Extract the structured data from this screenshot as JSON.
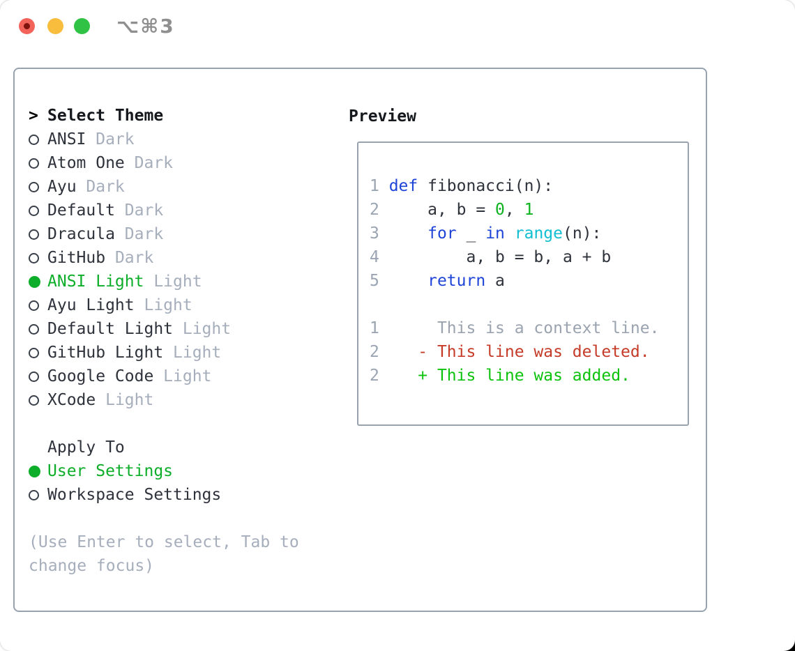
{
  "window": {
    "title": "⌥⌘3",
    "traffic_lights": [
      "close",
      "minimize",
      "zoom"
    ]
  },
  "colors": {
    "fg": "#2e323b",
    "muted": "#a6aebc",
    "header": "#15181d",
    "accent_green": "#0cad28",
    "code_blue": "#1e44d8",
    "code_cyan": "#12bed2",
    "code_green": "#0cb31f",
    "diff_added_green": "#0dc20d",
    "diff_deleted_red": "#c53b28",
    "diff_context_gray": "#9aa3af",
    "line_number_gray": "#9aa4b2",
    "panel_border": "#98a2ae",
    "title_gray": "#8f8f8f",
    "marker_outline": "#3a404a",
    "light_red": "#f2635a",
    "light_red_dot": "#7c130c",
    "light_yellow": "#f8bd3c",
    "light_green": "#2fc244"
  },
  "theme_list": {
    "header_prefix": ">",
    "header": "Select Theme",
    "items": [
      {
        "name": "ANSI",
        "variant": "Dark",
        "selected": false
      },
      {
        "name": "Atom One",
        "variant": "Dark",
        "selected": false
      },
      {
        "name": "Ayu",
        "variant": "Dark",
        "selected": false
      },
      {
        "name": "Default",
        "variant": "Dark",
        "selected": false
      },
      {
        "name": "Dracula",
        "variant": "Dark",
        "selected": false
      },
      {
        "name": "GitHub",
        "variant": "Dark",
        "selected": false
      },
      {
        "name": "ANSI Light",
        "variant": "Light",
        "selected": true
      },
      {
        "name": "Ayu Light",
        "variant": "Light",
        "selected": false
      },
      {
        "name": "Default Light",
        "variant": "Light",
        "selected": false
      },
      {
        "name": "GitHub Light",
        "variant": "Light",
        "selected": false
      },
      {
        "name": "Google Code",
        "variant": "Light",
        "selected": false
      },
      {
        "name": "XCode",
        "variant": "Light",
        "selected": false
      }
    ]
  },
  "apply_to": {
    "header": "Apply To",
    "options": [
      {
        "label": "User Settings",
        "selected": true
      },
      {
        "label": "Workspace Settings",
        "selected": false
      }
    ]
  },
  "help_text": "(Use Enter to select, Tab to change focus)",
  "preview": {
    "header": "Preview",
    "lines": [
      {
        "num": "1",
        "tokens": [
          [
            "def",
            "blue"
          ],
          [
            " fibonacci(n):",
            "fg"
          ]
        ]
      },
      {
        "num": "2",
        "tokens": [
          [
            "    a, b = ",
            "fg"
          ],
          [
            "0",
            "green"
          ],
          [
            ", ",
            "fg"
          ],
          [
            "1",
            "green"
          ]
        ]
      },
      {
        "num": "3",
        "tokens": [
          [
            "    ",
            "fg"
          ],
          [
            "for",
            "blue"
          ],
          [
            " _ ",
            "fg"
          ],
          [
            "in",
            "blue"
          ],
          [
            " ",
            "fg"
          ],
          [
            "range",
            "cyan"
          ],
          [
            "(n):",
            "fg"
          ]
        ]
      },
      {
        "num": "4",
        "tokens": [
          [
            "        a, b = b, a + b",
            "fg"
          ]
        ]
      },
      {
        "num": "5",
        "tokens": [
          [
            "    ",
            "fg"
          ],
          [
            "return",
            "blue"
          ],
          [
            " a",
            "fg"
          ]
        ]
      },
      {
        "num": "",
        "tokens": []
      },
      {
        "num": "1",
        "tokens": [
          [
            "     This is a context line.",
            "gray"
          ]
        ]
      },
      {
        "num": "2",
        "tokens": [
          [
            "   - This line was deleted.",
            "red"
          ]
        ]
      },
      {
        "num": "2",
        "tokens": [
          [
            "   + This line was added.",
            "green2"
          ]
        ]
      }
    ]
  }
}
